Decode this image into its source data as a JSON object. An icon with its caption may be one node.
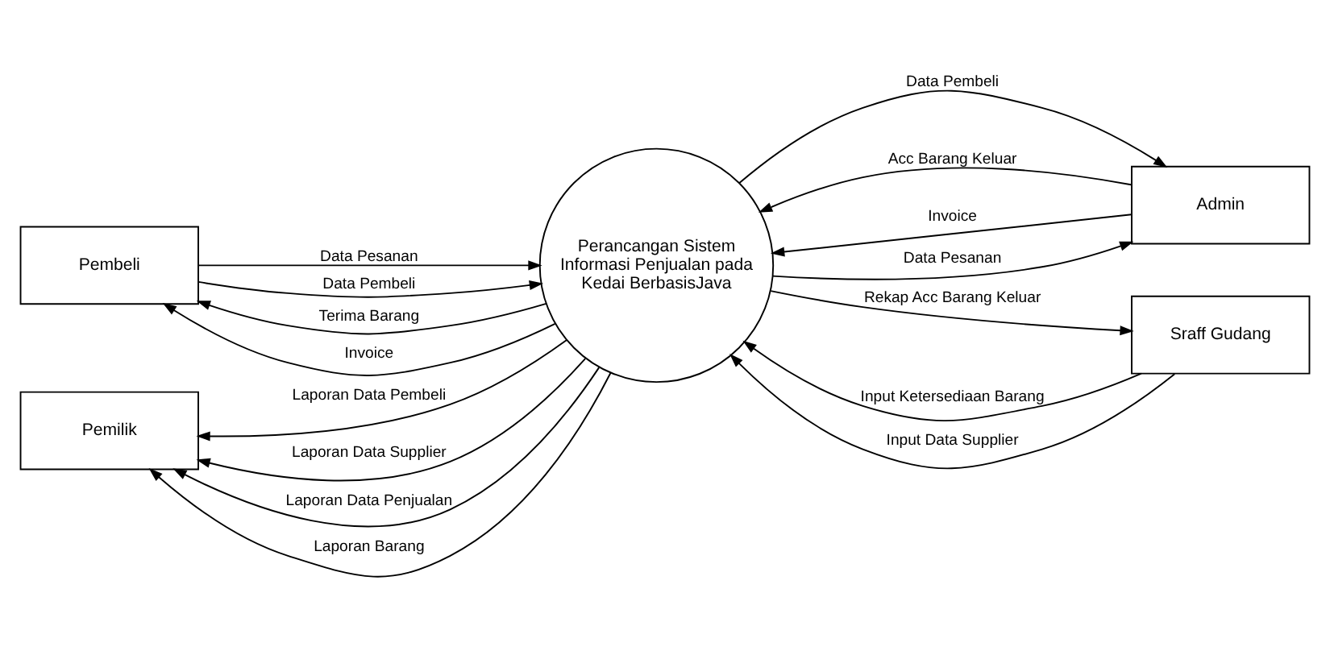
{
  "diagram": {
    "nodes": [
      {
        "text": [
          "Pembeli"
        ]
      },
      {
        "text": [
          "Admin"
        ]
      },
      {
        "text": [
          "Perancangan Sistem Informasi Penjualan pada Kedai BerbasisJava"
        ]
      },
      {
        "text": [
          "Pemilik"
        ]
      },
      {
        "text": [
          "Sraff Gudang"
        ]
      }
    ],
    "edges": [
      {
        "from": 0,
        "to": 2,
        "arrow": "to",
        "label": "Data Pesanan"
      },
      {
        "from": 0,
        "to": 2,
        "arrow": "to",
        "label": "Data Pembeli"
      },
      {
        "from": 2,
        "to": 0,
        "arrow": "to",
        "label": "Terima Barang"
      },
      {
        "from": 2,
        "to": 0,
        "arrow": "to",
        "label": "Invoice"
      },
      {
        "from": 2,
        "to": 1,
        "arrow": "to",
        "label": "Data Pesanan"
      },
      {
        "from": 2,
        "to": 1,
        "arrow": "to",
        "label": "Data Pembeli"
      },
      {
        "from": 1,
        "to": 2,
        "arrow": "to",
        "label": "Acc Barang Keluar"
      },
      {
        "from": 1,
        "to": 2,
        "arrow": "to",
        "label": "Invoice"
      },
      {
        "from": 4,
        "to": 2,
        "arrow": "to",
        "label": "Input Ketersediaan Barang"
      },
      {
        "from": 4,
        "to": 2,
        "arrow": "to",
        "label": "Input Data Supplier"
      },
      {
        "from": 2,
        "to": 3,
        "arrow": "to",
        "label": "Laporan Data Pembeli"
      },
      {
        "from": 2,
        "to": 3,
        "arrow": "to",
        "label": "Laporan Data Supplier"
      },
      {
        "from": 2,
        "to": 3,
        "arrow": "to",
        "label": "Laporan Data Penjualan"
      },
      {
        "from": 2,
        "to": 3,
        "arrow": "to",
        "label": "Laporan Barang"
      },
      {
        "from": 2,
        "to": 4,
        "arrow": "to",
        "label": "Rekap Acc Barang Keluar"
      }
    ]
  }
}
